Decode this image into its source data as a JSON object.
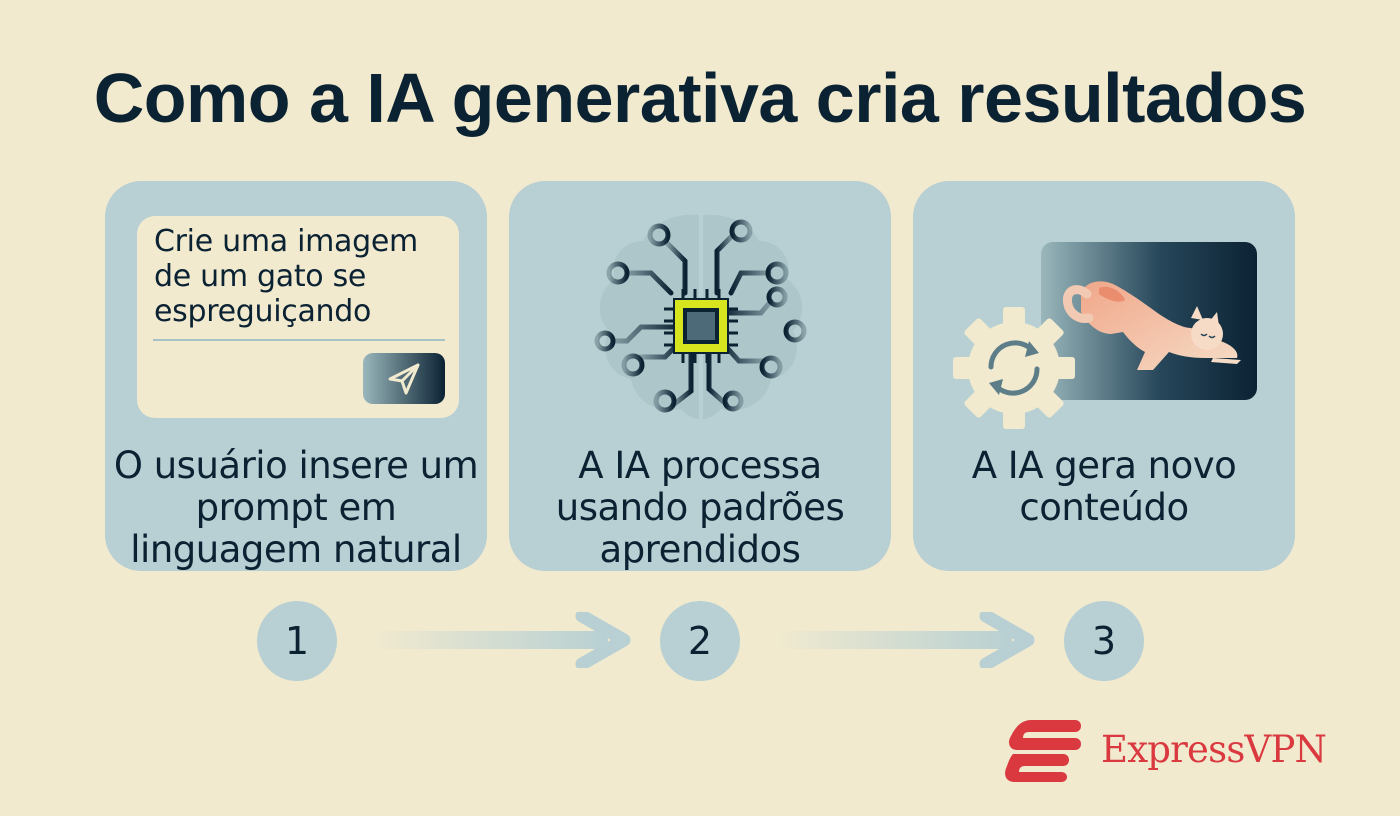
{
  "title": "Como a IA generativa cria resultados",
  "steps": [
    {
      "number": "1",
      "prompt": {
        "line1": "Crie uma imagem",
        "line2": "de um gato se",
        "line3": "espreguiçando"
      },
      "caption": [
        "O usuário insere um",
        "prompt em",
        "linguagem natural"
      ]
    },
    {
      "number": "2",
      "caption": [
        "A IA processa",
        "usando padrões",
        "aprendidos"
      ]
    },
    {
      "number": "3",
      "caption": [
        "A IA gera novo",
        "conteúdo"
      ]
    }
  ],
  "brand": {
    "name": "ExpressVPN",
    "color": "#da3940"
  },
  "colors": {
    "background": "#f1eacf",
    "card": "#b8d0d3",
    "text": "#0b2233",
    "chip_accent": "#d6e51d"
  },
  "icons": [
    "send-icon",
    "brain-circuit-icon",
    "chip-icon",
    "gear-icon",
    "refresh-icon",
    "cat-image",
    "arrow-right-icon",
    "expressvpn-logo"
  ]
}
